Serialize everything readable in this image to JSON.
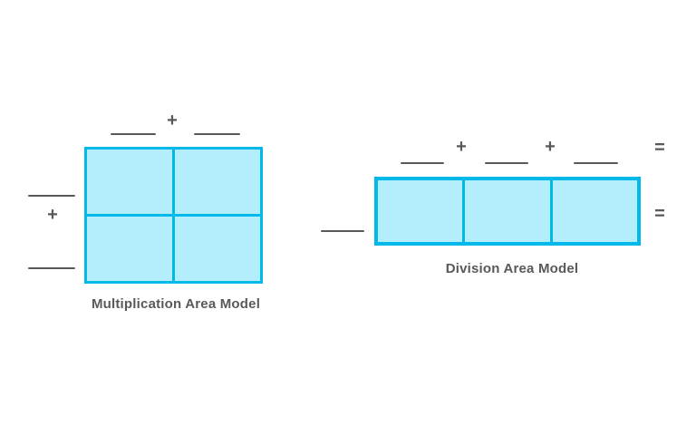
{
  "colors": {
    "background": "#ffffff",
    "box_border": "#00b9e8",
    "box_fill": "#b4edfc",
    "blank_line": "#58595b",
    "text": "#58595b"
  },
  "multiplication_model": {
    "title": "Multiplication Area Model",
    "grid": {
      "rows": 2,
      "cols": 2
    },
    "top_blank_count": 2,
    "left_blank_count": 2,
    "top_operator": "+",
    "left_operator": "+"
  },
  "division_model": {
    "title": "Division Area Model",
    "grid": {
      "rows": 1,
      "cols": 3
    },
    "top_blank_count": 3,
    "left_blank_count": 1,
    "operator_plus_1": "+",
    "operator_plus_2": "+",
    "operator_equals_top": "=",
    "operator_equals_right": "="
  }
}
